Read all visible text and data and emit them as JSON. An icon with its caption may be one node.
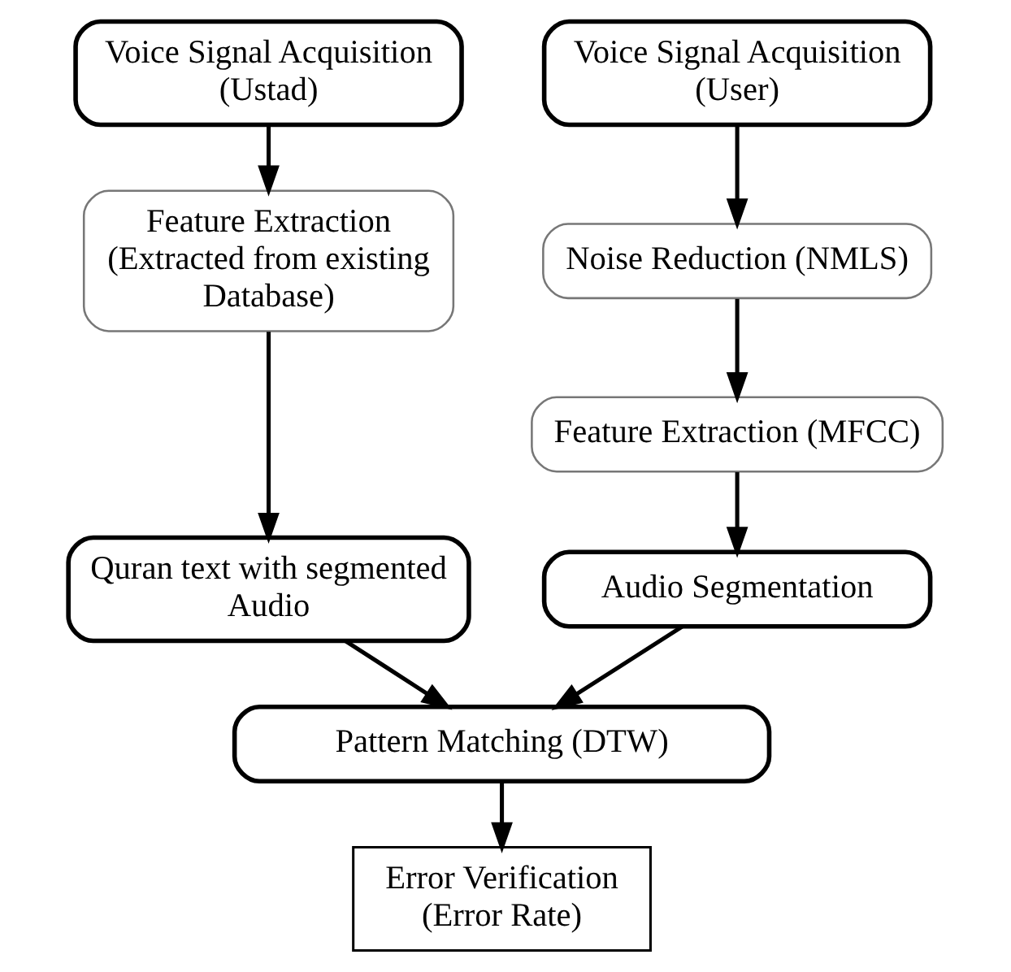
{
  "diagram": {
    "nodes": [
      {
        "text": [
          "Voice Signal Acquisition",
          "(Ustad)"
        ]
      },
      {
        "text": [
          "Voice Signal Acquisition",
          "(User)"
        ]
      },
      {
        "text": [
          "Feature Extraction",
          "(Extracted from existing Database)"
        ]
      },
      {
        "text": [
          "Noise Reduction (NMLS)"
        ]
      },
      {
        "text": [
          "Feature Extraction (MFCC)"
        ]
      },
      {
        "text": [
          "Quran text with segmented Audio"
        ]
      },
      {
        "text": [
          "Audio Segmentation"
        ]
      },
      {
        "text": [
          "Pattern Matching (DTW)"
        ]
      },
      {
        "text": [
          "Error Verification",
          "(Error Rate)"
        ]
      }
    ],
    "edges": [
      {
        "from": 0,
        "to": 2,
        "arrow": "to"
      },
      {
        "from": 1,
        "to": 3,
        "arrow": "to"
      },
      {
        "from": 3,
        "to": 4,
        "arrow": "to"
      },
      {
        "from": 4,
        "to": 6,
        "arrow": "to"
      },
      {
        "from": 2,
        "to": 5,
        "arrow": "to"
      },
      {
        "from": 5,
        "to": 7,
        "arrow": "to"
      },
      {
        "from": 6,
        "to": 7,
        "arrow": "to"
      },
      {
        "from": 7,
        "to": 8,
        "arrow": "to"
      }
    ]
  }
}
